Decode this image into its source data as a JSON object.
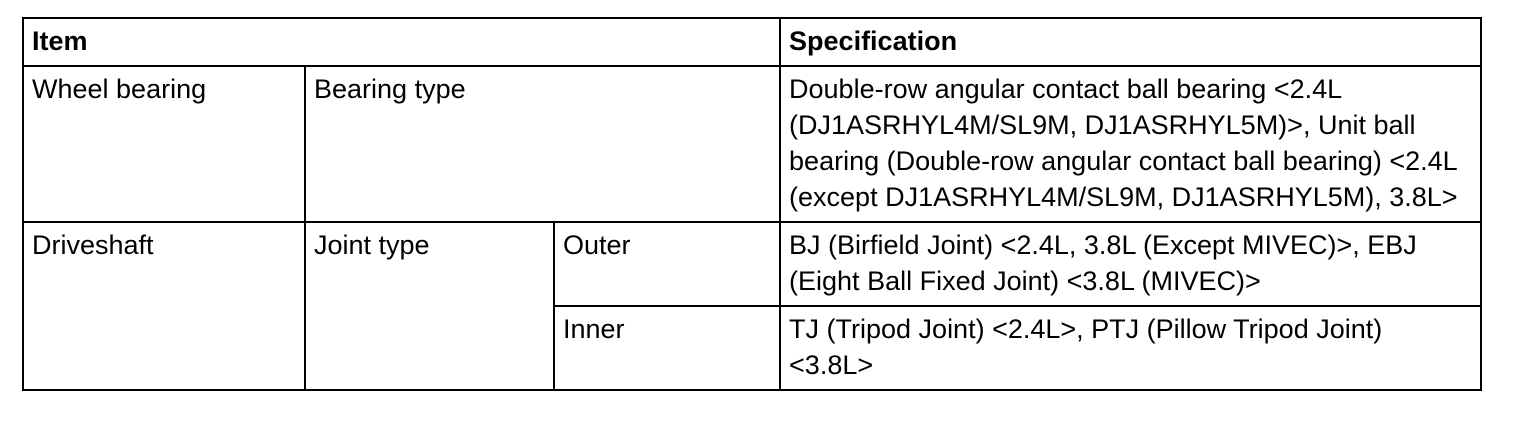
{
  "table": {
    "header": {
      "item": "Item",
      "specification": "Specification"
    },
    "rows": [
      {
        "item": "Wheel bearing",
        "sub_item": "Bearing type",
        "specification": "Double-row angular contact ball bearing <2.4L (DJ1ASRHYL4M/SL9M, DJ1ASRHYL5M)>, Unit ball bearing (Double-row angular contact ball bearing) <2.4L (except DJ1ASRHYL4M/SL9M, DJ1ASRHYL5M), 3.8L>"
      },
      {
        "item": "Driveshaft",
        "sub_item": "Joint type",
        "parts": [
          {
            "position": "Outer",
            "specification": "BJ (Birfield Joint) <2.4L, 3.8L (Except MIVEC)>, EBJ (Eight Ball Fixed Joint) <3.8L (MIVEC)>"
          },
          {
            "position": "Inner",
            "specification": "TJ (Tripod Joint) <2.4L>, PTJ (Pillow Tripod Joint) <3.8L>"
          }
        ]
      }
    ]
  }
}
